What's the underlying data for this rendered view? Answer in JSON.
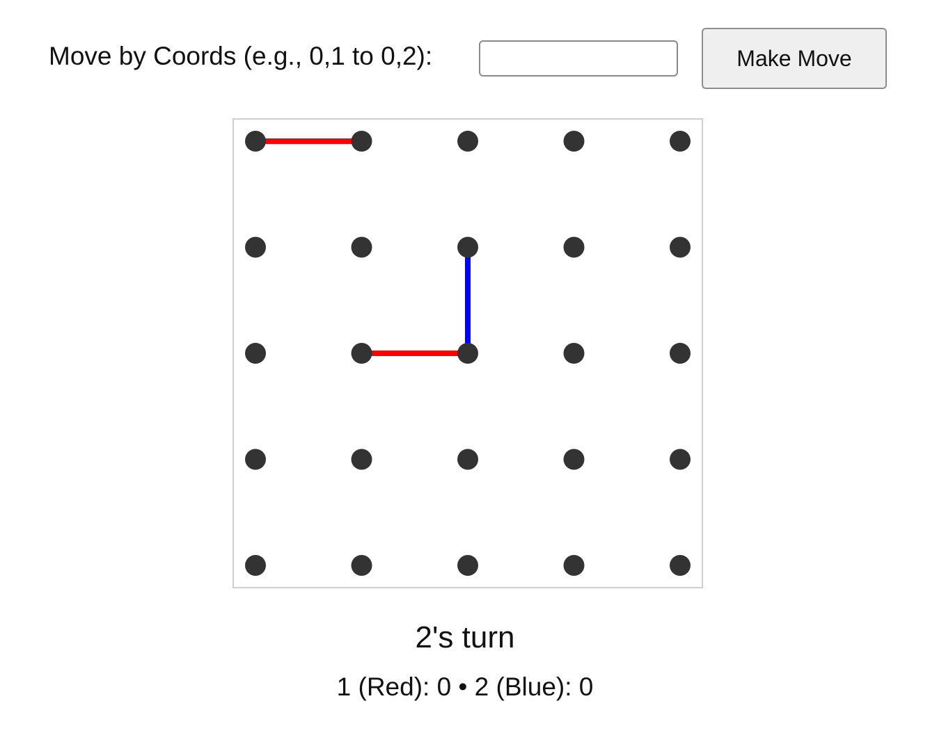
{
  "controls": {
    "move_label": "Move by Coords (e.g., 0,1 to 0,2):",
    "move_input_value": "",
    "make_move_label": "Make Move"
  },
  "board": {
    "rows": 5,
    "cols": 5,
    "dot_color": "#333333",
    "lines": [
      {
        "from": [
          0,
          0
        ],
        "to": [
          0,
          1
        ],
        "player": 1,
        "color": "#ff0000"
      },
      {
        "from": [
          1,
          2
        ],
        "to": [
          2,
          2
        ],
        "player": 2,
        "color": "#0000ff"
      },
      {
        "from": [
          2,
          1
        ],
        "to": [
          2,
          2
        ],
        "player": 1,
        "color": "#ff0000"
      }
    ]
  },
  "status": {
    "turn_text": "2's turn",
    "score_text": "1 (Red): 0 • 2 (Blue): 0"
  }
}
